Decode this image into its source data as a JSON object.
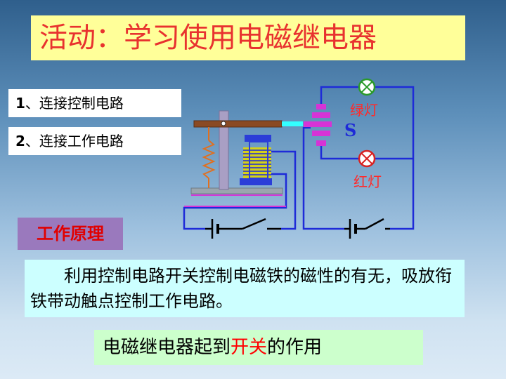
{
  "title": "活动：学习使用电磁继电器",
  "steps": [
    {
      "num": "1",
      "text": "、连接控制电路"
    },
    {
      "num": "2",
      "text": "、连接工作电路"
    }
  ],
  "principle": {
    "heading": "工作原理",
    "text": "利用控制电路开关控制电磁铁的磁性的有无，吸放衔铁带动触点控制工作电路。"
  },
  "conclusion": {
    "prefix": "电磁继电器起到",
    "highlight": "开关",
    "suffix": "的作用"
  },
  "diagram": {
    "lamp_green_label": "绿灯",
    "lamp_red_label": "红灯",
    "switch_label": "S"
  },
  "colors": {
    "title_bg": "#ffff99",
    "title_text": "#e8322f",
    "wire": "#1e2bd8",
    "highlight": "#ff0000"
  }
}
